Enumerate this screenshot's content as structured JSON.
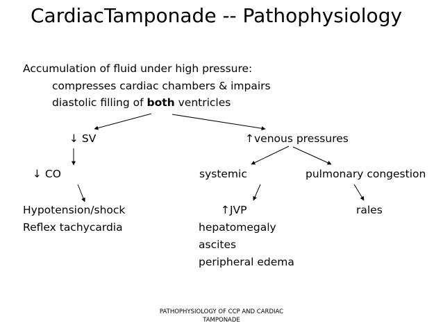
{
  "slide": {
    "title": "CardiacTamponade -- Pathophysiology",
    "lines": {
      "intro": "Accumulation of fluid under high pressure:",
      "compresses": "compresses cardiac chambers & impairs",
      "diastolic_pre": "diastolic filling of ",
      "diastolic_bold": "both",
      "diastolic_post": " ventricles",
      "sv": "↓ SV",
      "venous": "↑venous pressures",
      "co": "↓ CO",
      "systemic": "systemic",
      "pulmonary": "pulmonary congestion",
      "hypotension": "Hypotension/shock",
      "jvp": "↑JVP",
      "rales": "rales",
      "reflex": "Reflex tachycardia",
      "hepatomegaly": "hepatomegaly",
      "ascites": "ascites",
      "edema": "peripheral edema"
    },
    "footer": "PATHOPHYSIOLOGY OF CCP AND CARDIAC TAMPONADE"
  }
}
